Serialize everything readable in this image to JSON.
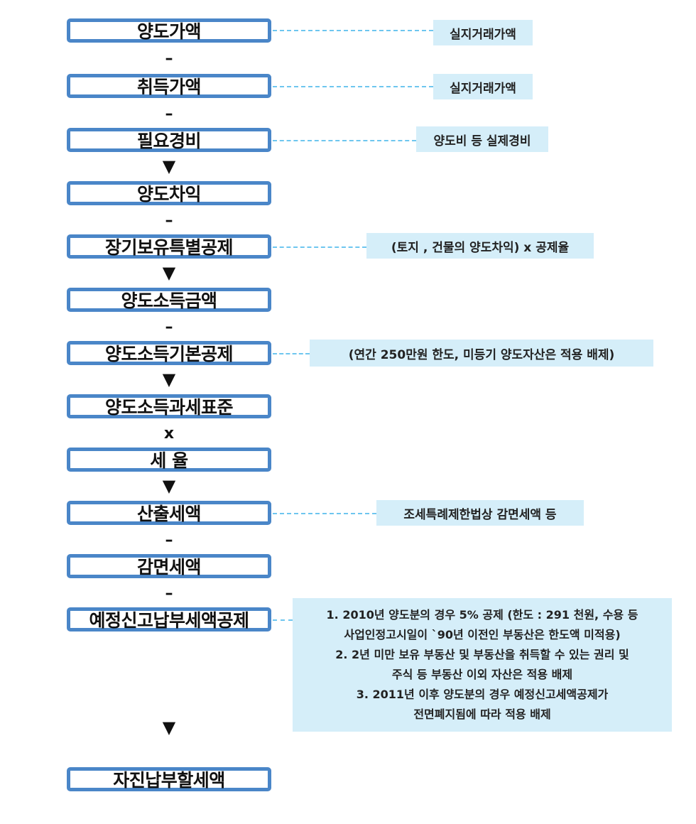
{
  "steps": {
    "transfer_price": "양도가액",
    "acquisition_price": "취득가액",
    "necessary_expenses": "필요경비",
    "transfer_gain": "양도차익",
    "long_term_deduction": "장기보유특별공제",
    "transfer_income": "양도소득금액",
    "basic_deduction": "양도소득기본공제",
    "tax_base": "양도소득과세표준",
    "tax_rate": "세 율",
    "computed_tax": "산출세액",
    "reduced_tax": "감면세액",
    "filing_deduction": "예정신고납부세액공제",
    "self_payment_tax": "자진납부할세액"
  },
  "operators": {
    "minus": "–",
    "arrow": "▼",
    "times": "x"
  },
  "notes": {
    "transfer_price": "실지거래가액",
    "acquisition_price": "실지거래가액",
    "necessary_expenses": "양도비 등 실제경비",
    "long_term_deduction": "(토지 , 건물의 양도차익) x 공제율",
    "basic_deduction": "(연간 250만원 한도, 미등기 양도자산은 적용 배제)",
    "computed_tax": "조세특례제한법상 감면세액 등",
    "filing_deduction": [
      "1. 2010년 양도분의 경우 5% 공제 (한도 : 291 천원, 수용 등",
      "사업인정고시일이 `90년 이전인 부동산은 한도액 미적용)",
      "2. 2년 미만 보유 부동산 및 부동산을 취득할 수 있는 권리 및",
      "주식 등 부동산 이외 자산은 적용 배제",
      "3. 2011년 이후 양도분의 경우 예정신고세액공제가",
      "전면폐지됨에 따라 적용 배제"
    ]
  },
  "colors": {
    "box_border": "#4a86c8",
    "note_background": "#d5eef9",
    "connector": "#6ec6ef"
  }
}
